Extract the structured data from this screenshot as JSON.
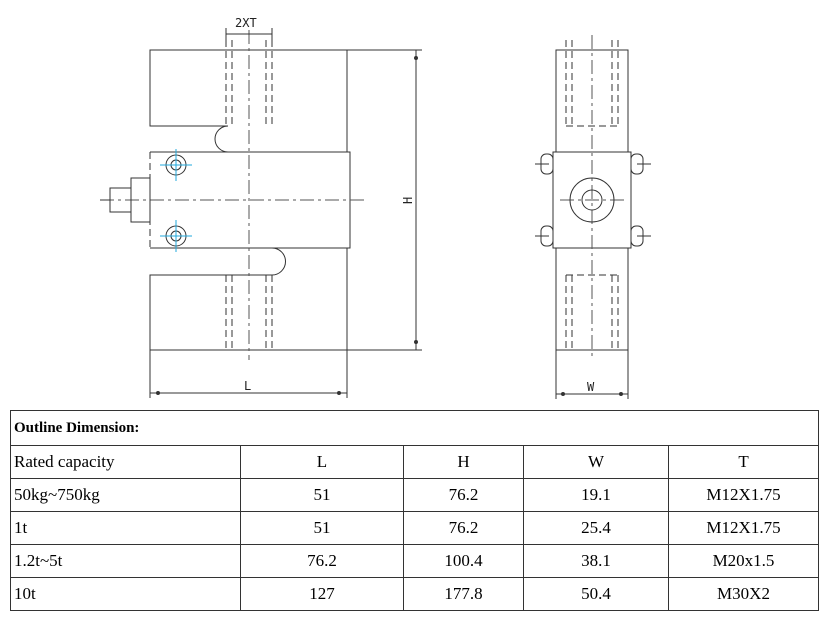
{
  "drawing": {
    "labels": {
      "thread": "2XT",
      "height": "H",
      "length": "L",
      "width": "W"
    }
  },
  "table": {
    "title": "Outline Dimension:",
    "headers": [
      "Rated capacity",
      "L",
      "H",
      "W",
      "T"
    ],
    "rows": [
      [
        "50kg~750kg",
        "51",
        "76.2",
        "19.1",
        "M12X1.75"
      ],
      [
        "1t",
        "51",
        "76.2",
        "25.4",
        "M12X1.75"
      ],
      [
        "1.2t~5t",
        "76.2",
        "100.4",
        "38.1",
        "M20x1.5"
      ],
      [
        "10t",
        "127",
        "177.8",
        "50.4",
        "M30X2"
      ]
    ]
  }
}
